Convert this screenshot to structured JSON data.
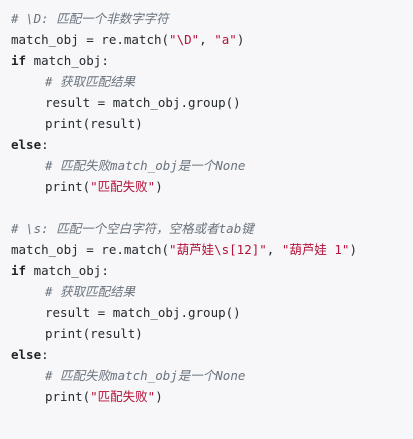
{
  "code": {
    "line1_comment": "# \\D: 匹配一个非数字字符",
    "line2_prefix": "match_obj = re.match(",
    "line2_str1_open": "\"",
    "line2_str1_esc": "\\D",
    "line2_str1_close": "\"",
    "line2_sep": ", ",
    "line2_str2": "\"a\"",
    "line2_suffix": ")",
    "line3_kw": "if",
    "line3_rest": " match_obj:",
    "line4_comment": "# 获取匹配结果",
    "line5_code": "result = match_obj.group()",
    "line6_code": "print(result)",
    "line7_kw": "else",
    "line7_rest": ":",
    "line8_comment": "# 匹配失败match_obj是一个None",
    "line9_prefix": "print(",
    "line9_str": "\"匹配失败\"",
    "line9_suffix": ")",
    "line11_comment": "# \\s: 匹配一个空白字符，空格或者tab键",
    "line12_prefix": "match_obj = re.match(",
    "line12_str1_open": "\"葫芦娃",
    "line12_str1_esc": "\\s",
    "line12_str1_close": "[12]\"",
    "line12_sep": ", ",
    "line12_str2": "\"葫芦娃 1\"",
    "line12_suffix": ")",
    "line13_kw": "if",
    "line13_rest": " match_obj:",
    "line14_comment": "# 获取匹配结果",
    "line15_code": "result = match_obj.group()",
    "line16_code": "print(result)",
    "line17_kw": "else",
    "line17_rest": ":",
    "line18_comment": "# 匹配失败match_obj是一个None",
    "line19_prefix": "print(",
    "line19_str": "\"匹配失败\"",
    "line19_suffix": ")"
  }
}
